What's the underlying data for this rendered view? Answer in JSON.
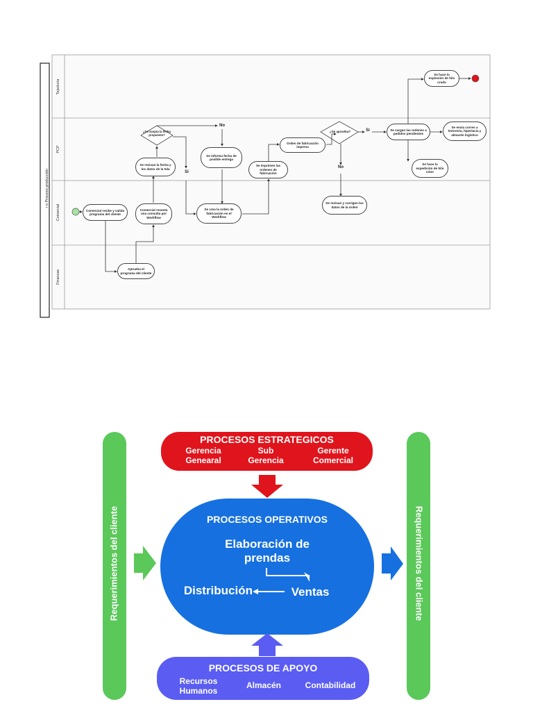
{
  "flowchart": {
    "title": "Proceso producción",
    "title_prefix": "r  o",
    "lanes": [
      "Tejeduría",
      "PCP",
      "Comercial",
      "Finanzas"
    ],
    "nodes": {
      "n_comercial_recibe": "Comercial recibe y valida programa del cliente",
      "n_aprueba_programa": "Aprueba el programa del cliente",
      "n_comercial_resenta": "Comercial resenta una consulta por Workflow",
      "n_revisan_fecha": "Se revisan la fecha y los datos de la tela",
      "n_acepta_fecha": "¿Se acepta la fecha propuesta?",
      "n_informa_fecha": "Se informa fecha de posible entrega",
      "n_crea_orden": "Se crea la orden de fabricación en el Workflow",
      "n_imprimen": "Se imprimen las ordenes de fabricación",
      "n_orden_impresa": "Orden de fabricación impresa",
      "n_aprueba": "¿Se aprueba?",
      "n_revisan_corrigen": "Se revisan y corrigen los datos de la orden",
      "n_cargan_ordenes": "Se cargan las ordenes a pedidos pendientes",
      "n_envia_correo": "Se envia correo a tintorería, hiperlacia y almacén logístico",
      "n_expedicion_color": "Se hace la expedición de hilo color",
      "n_explosion_crudo": "Se hace la explosión de hilo crudo"
    },
    "labels": {
      "no_1": "No",
      "si_1": "Si",
      "si_2": "Si",
      "no_2": "No"
    }
  },
  "overview": {
    "strategic": {
      "title": "PROCESOS ESTRATEGICOS",
      "items": [
        "Gerencia Genearal",
        "Sub Gerencia",
        "Gerente Comercial"
      ],
      "color": "#e0141c"
    },
    "operative": {
      "title": "PROCESOS OPERATIVOS",
      "item_top": "Elaboración de prendas",
      "item_left": "Distribución",
      "item_right": "Ventas",
      "color": "#1670e0"
    },
    "support": {
      "title": "PROCESOS DE APOYO",
      "items": [
        "Recursos Humanos",
        "Almacén",
        "Contabilidad"
      ],
      "color": "#5a5cf2"
    },
    "side_label_left": "Requerimientos del cliente",
    "side_label_right": "Requerimientos del cliente",
    "side_color": "#5bc85a"
  }
}
